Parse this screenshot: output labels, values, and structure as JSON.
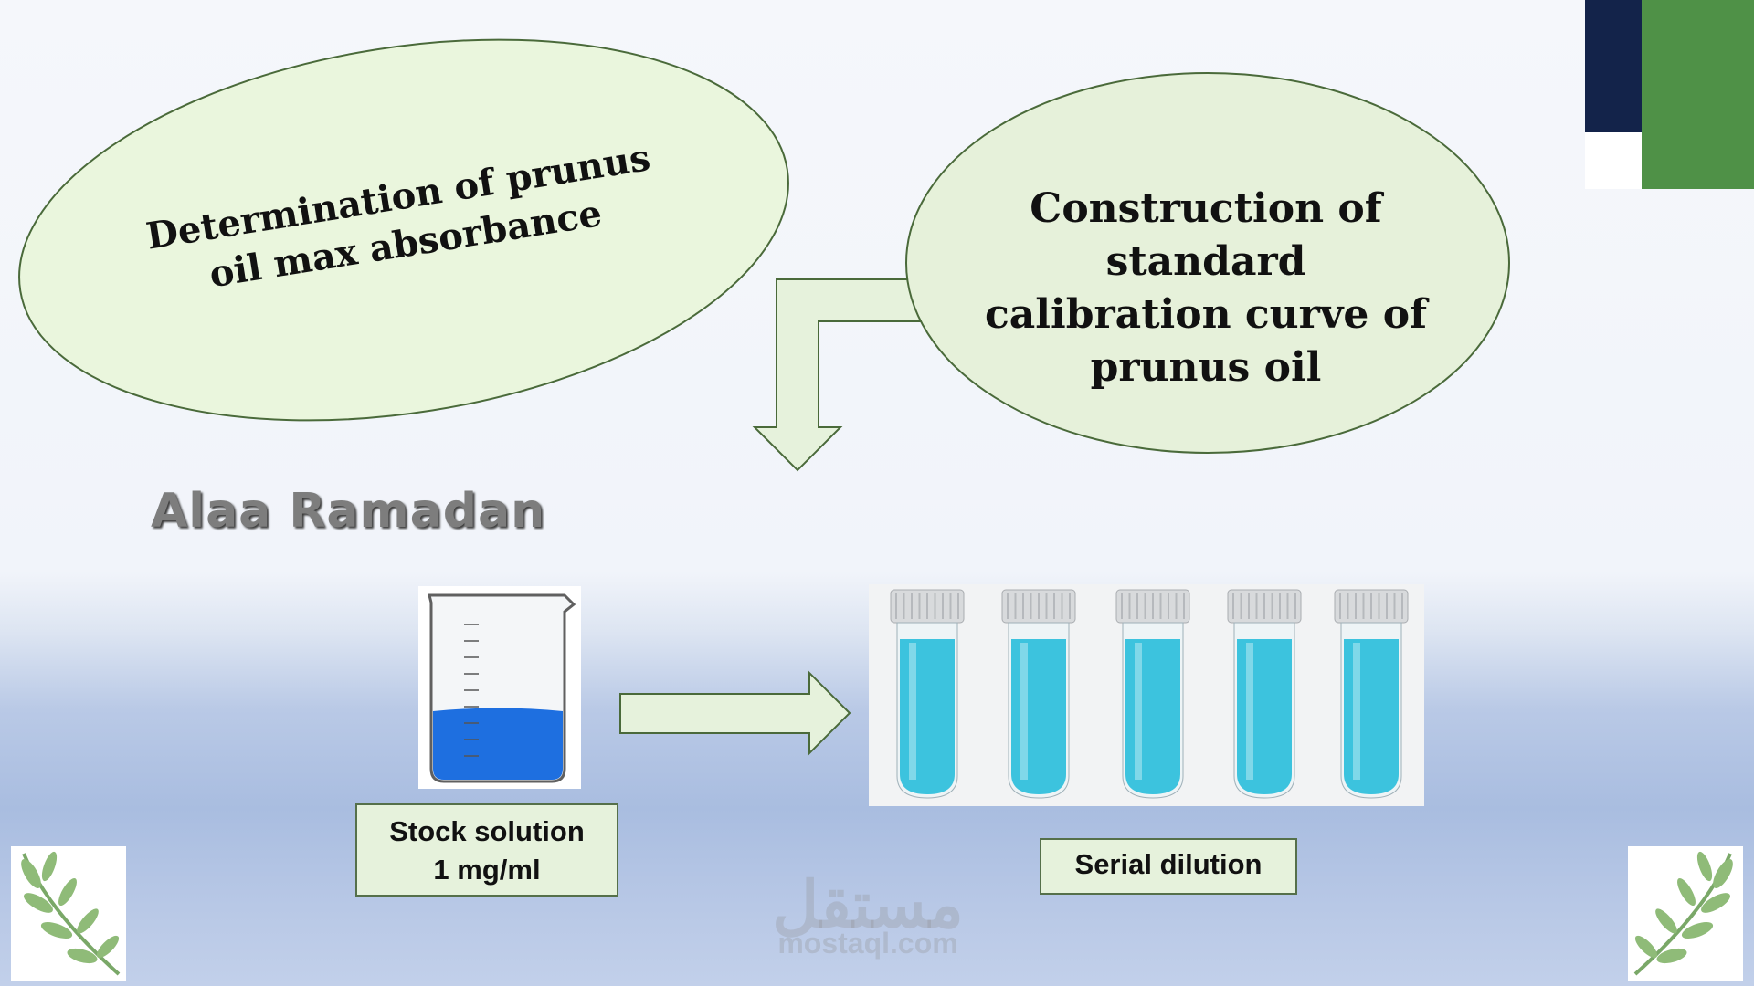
{
  "diagram": {
    "ellipse_left_text": "Determination of prunus oil max absorbance",
    "ellipse_right_text": "Construction of standard calibration curve of prunus oil",
    "author": "Alaa Ramadan",
    "stock_label_line1": "Stock solution",
    "stock_label_line2": "1 mg/ml",
    "serial_label": "Serial dilution",
    "watermark_arabic": "مستقل",
    "watermark_latin": "mostaql.com"
  },
  "colors": {
    "ellipse_fill": "#eaf6dd",
    "arrow_fill": "#e6f2dc",
    "outline": "#4a6a3a",
    "navy": "#13234a",
    "green": "#4f9147",
    "liquid": "#1e6fe0",
    "tube_liquid": "#3cc3de"
  },
  "icons": {
    "beaker": "beaker-icon",
    "tubes": "test-tube-icon",
    "branch": "olive-branch-icon"
  },
  "tube_count": 5
}
